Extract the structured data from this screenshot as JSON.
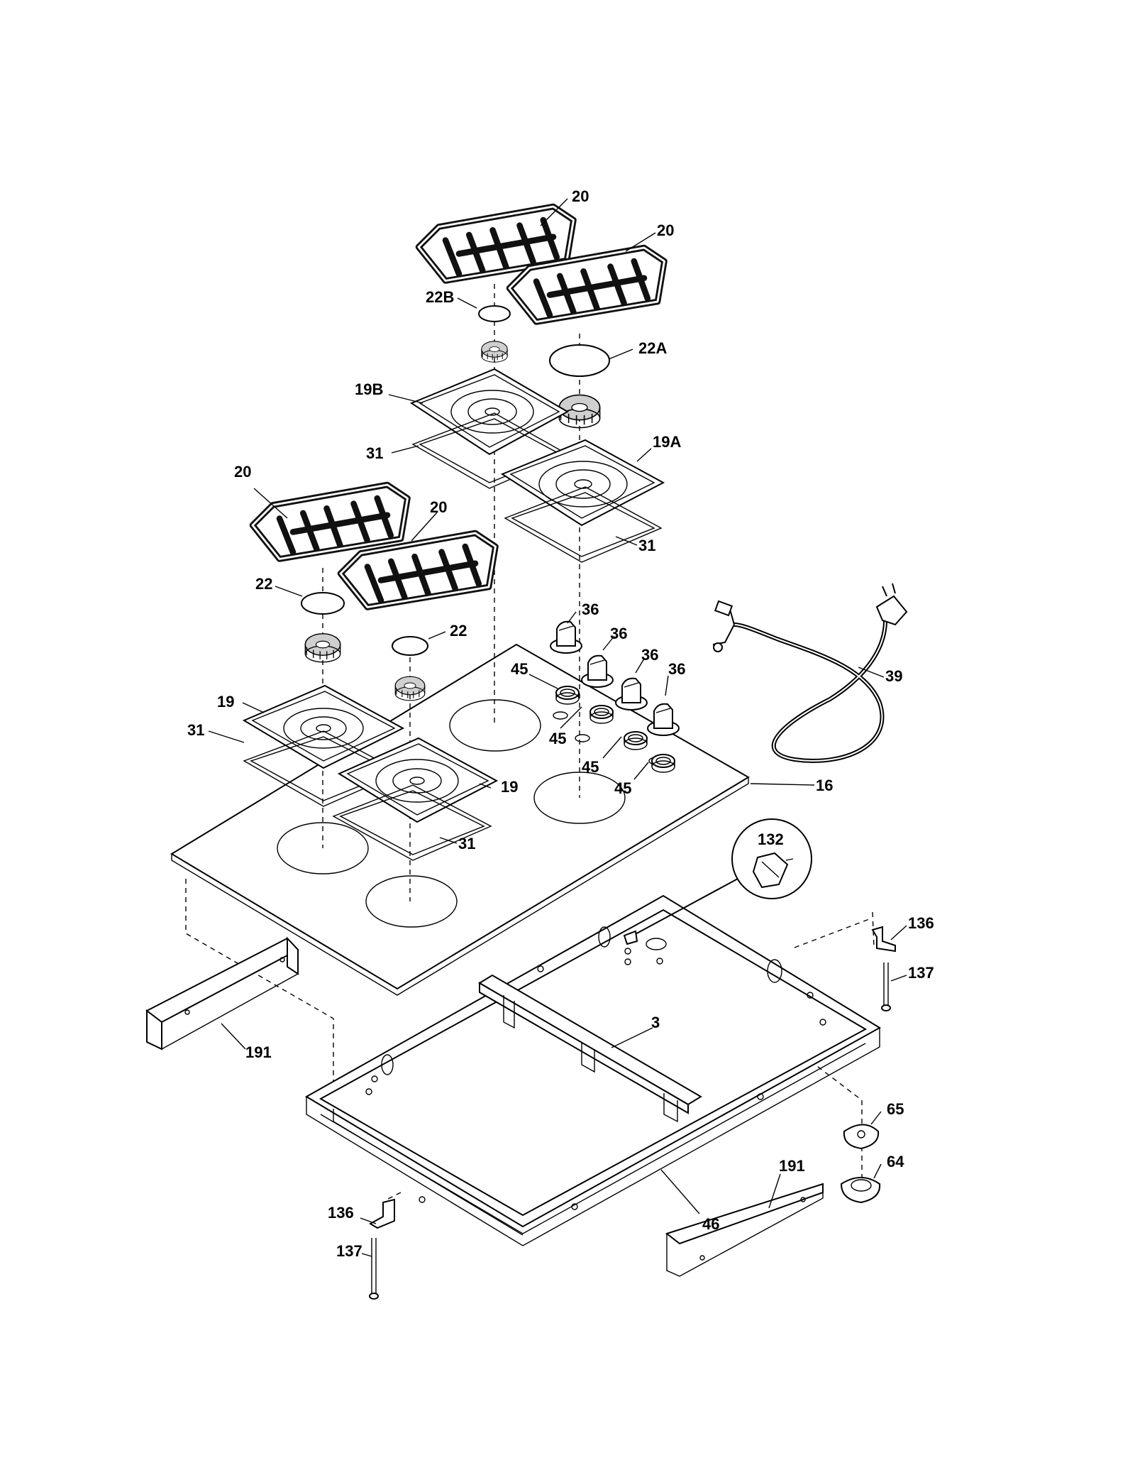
{
  "labels": {
    "l20a": "20",
    "l20b": "20",
    "l20c": "20",
    "l20d": "20",
    "l22B": "22B",
    "l22A": "22A",
    "l19B": "19B",
    "l31a": "31",
    "l19A": "19A",
    "l31b": "31",
    "l22a": "22",
    "l22b": "22",
    "l36a": "36",
    "l36b": "36",
    "l36c": "36",
    "l36d": "36",
    "l45a": "45",
    "l45b": "45",
    "l45c": "45",
    "l45d": "45",
    "l39": "39",
    "l19a": "19",
    "l19b": "19",
    "l31c": "31",
    "l31d": "31",
    "l16": "16",
    "l132": "132",
    "l136a": "136",
    "l137a": "137",
    "l3": "3",
    "l191a": "191",
    "l65": "65",
    "l64": "64",
    "l191b": "191",
    "l46": "46",
    "l136b": "136",
    "l137b": "137"
  }
}
